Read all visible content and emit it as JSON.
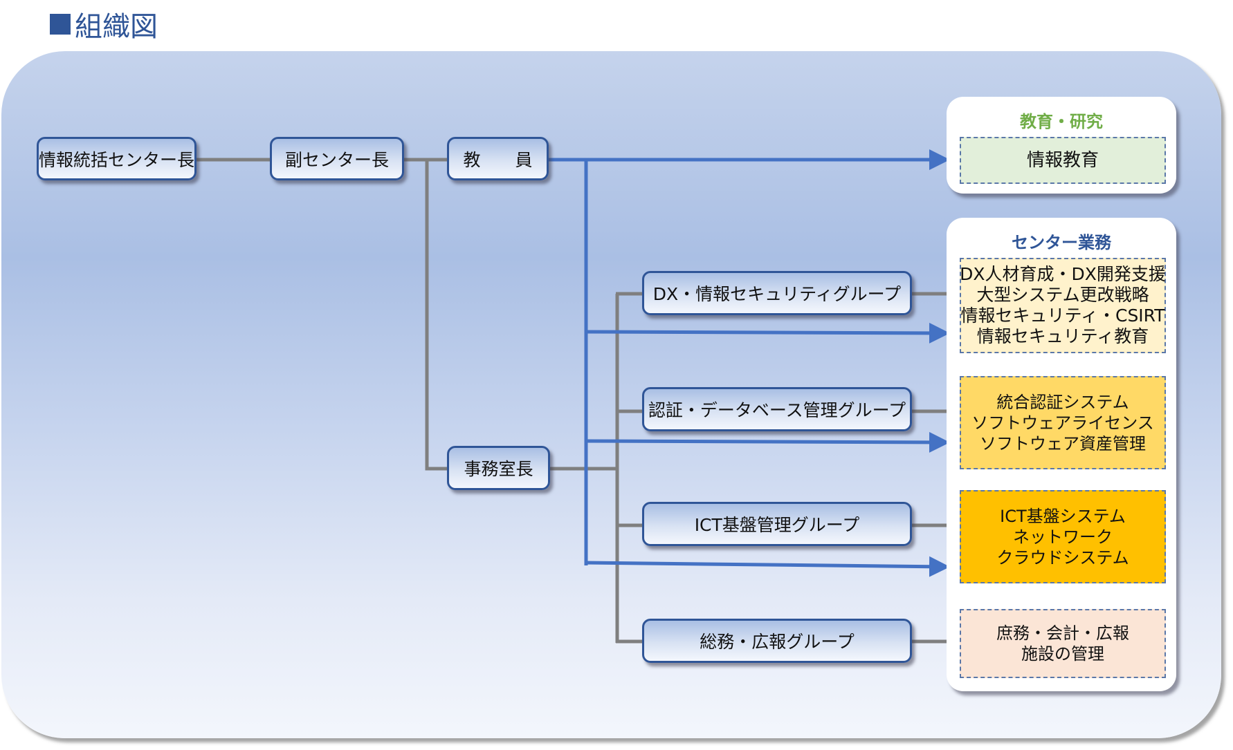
{
  "title": "組織図",
  "colors": {
    "title": "#2f5597",
    "blue_line": "#4472c4",
    "gray_line": "#7f7f7f",
    "education_heading": "#70ad47",
    "center_heading": "#2f5597",
    "education_box": "#e2efda",
    "dx_box": "#fff2cc",
    "auth_box": "#ffd966",
    "ict_box": "#ffc000",
    "general_box": "#fbe5d6"
  },
  "nodes": {
    "director": "情報統括センター長",
    "vice_director": "副センター長",
    "faculty": "教　　員",
    "office_chief": "事務室長",
    "dx_group": "DX・情報セキュリティグループ",
    "auth_group": "認証・データベース管理グループ",
    "ict_group": "ICT基盤管理グループ",
    "general_group": "総務・広報グループ"
  },
  "panels": {
    "education": {
      "heading": "教育・研究",
      "items": [
        "情報教育"
      ]
    },
    "center": {
      "heading": "センター業務",
      "boxes": [
        {
          "lines": [
            "DX人材育成・DX開発支援",
            "大型システム更改戦略",
            "情報セキュリティ・CSIRT",
            "情報セキュリティ教育"
          ]
        },
        {
          "lines": [
            "統合認証システム",
            "ソフトウェアライセンス",
            "ソフトウェア資産管理"
          ]
        },
        {
          "lines": [
            "ICT基盤システム",
            "ネットワーク",
            "クラウドシステム"
          ]
        },
        {
          "lines": [
            "庶務・会計・広報",
            "施設の管理"
          ]
        }
      ]
    }
  }
}
